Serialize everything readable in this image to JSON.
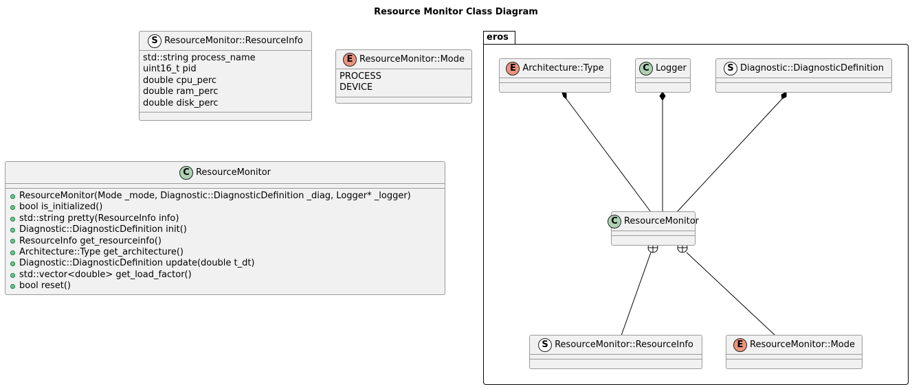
{
  "diagram": {
    "title": "Resource Monitor Class Diagram",
    "package": "eros",
    "resource_info": {
      "badge": "S",
      "name": "ResourceMonitor::ResourceInfo",
      "fields": [
        "std::string process_name",
        "uint16_t pid",
        "double cpu_perc",
        "double ram_perc",
        "double disk_perc"
      ]
    },
    "mode": {
      "badge": "E",
      "name": "ResourceMonitor::Mode",
      "values": [
        "PROCESS",
        "DEVICE"
      ]
    },
    "resource_monitor": {
      "badge": "C",
      "name": "ResourceMonitor",
      "methods": [
        "ResourceMonitor(Mode _mode, Diagnostic::DiagnosticDefinition _diag, Logger* _logger)",
        "bool is_initialized()",
        "std::string pretty(ResourceInfo info)",
        "Diagnostic::DiagnosticDefinition init()",
        "ResourceInfo get_resourceinfo()",
        "Architecture::Type get_architecture()",
        "Diagnostic::DiagnosticDefinition update(double t_dt)",
        "std::vector<double> get_load_factor()",
        "bool reset()"
      ]
    },
    "pkg_nodes": {
      "arch_type": {
        "badge": "E",
        "name": "Architecture::Type"
      },
      "logger": {
        "badge": "C",
        "name": "Logger"
      },
      "diag_def": {
        "badge": "S",
        "name": "Diagnostic::DiagnosticDefinition"
      },
      "resource_monitor": {
        "badge": "C",
        "name": "ResourceMonitor"
      },
      "resource_info": {
        "badge": "S",
        "name": "ResourceMonitor::ResourceInfo"
      },
      "mode": {
        "badge": "E",
        "name": "ResourceMonitor::Mode"
      }
    },
    "colors": {
      "box_fill": "#f1f1f1",
      "box_border": "#9a9a9a",
      "struct_badge": "#ffffff",
      "enum_badge": "#eb937f",
      "class_badge": "#add1b2",
      "public_marker": "#84be84"
    }
  }
}
